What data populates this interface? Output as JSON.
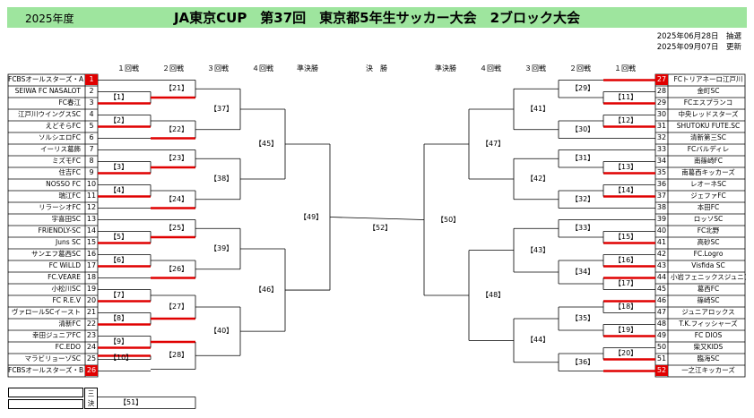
{
  "header": {
    "year": "2025年度",
    "title": "JA東京CUP　第37回　東京都5年生サッカー大会　2ブロック大会",
    "draw_date": "2025年06月28日　抽選",
    "update_date": "2025年09月07日　更新"
  },
  "round_labels_left": [
    "１回戦",
    "２回戦",
    "３回戦",
    "４回戦",
    "準決勝"
  ],
  "final_label": "決　勝",
  "round_labels_right": [
    "準決勝",
    "４回戦",
    "３回戦",
    "２回戦",
    "１回戦"
  ],
  "left_teams": [
    {
      "no": "1",
      "name": "FCBSオールスターズ・A"
    },
    {
      "no": "2",
      "name": "SEIWA FC NASALOT"
    },
    {
      "no": "3",
      "name": "FC春江"
    },
    {
      "no": "4",
      "name": "江戸川ウイングスSC"
    },
    {
      "no": "5",
      "name": "えどそらFC"
    },
    {
      "no": "6",
      "name": "ソルシエロFC"
    },
    {
      "no": "7",
      "name": "イーリス葛飾"
    },
    {
      "no": "8",
      "name": "ミズモFC"
    },
    {
      "no": "9",
      "name": "住吉FC"
    },
    {
      "no": "10",
      "name": "NOSSO FC"
    },
    {
      "no": "11",
      "name": "瑞江FC"
    },
    {
      "no": "12",
      "name": "リラーシオFC"
    },
    {
      "no": "13",
      "name": "宇喜田SC"
    },
    {
      "no": "14",
      "name": "FRIENDLY-SC"
    },
    {
      "no": "15",
      "name": "Juns SC"
    },
    {
      "no": "16",
      "name": "サンエフ葛西SC"
    },
    {
      "no": "17",
      "name": "FC WiLLD"
    },
    {
      "no": "18",
      "name": "FC.VEARE"
    },
    {
      "no": "19",
      "name": "小松川SC"
    },
    {
      "no": "20",
      "name": "FC R.E.V"
    },
    {
      "no": "21",
      "name": "ヴァロールSCイースト"
    },
    {
      "no": "22",
      "name": "清新FC"
    },
    {
      "no": "23",
      "name": "幸田ジュニアFC"
    },
    {
      "no": "24",
      "name": "FC.EDO"
    },
    {
      "no": "25",
      "name": "マラビリョーゾSC"
    },
    {
      "no": "26",
      "name": "FCBSオールスターズ・B"
    }
  ],
  "right_teams": [
    {
      "no": "27",
      "name": "FCトリアネーロ江戸川"
    },
    {
      "no": "28",
      "name": "金町SC"
    },
    {
      "no": "29",
      "name": "FCエスプランコ"
    },
    {
      "no": "30",
      "name": "中央レッドスターズ"
    },
    {
      "no": "31",
      "name": "SHUTOKU FUTE.SC"
    },
    {
      "no": "32",
      "name": "清新第三SC"
    },
    {
      "no": "33",
      "name": "FCバルディレ"
    },
    {
      "no": "34",
      "name": "南篠崎FC"
    },
    {
      "no": "35",
      "name": "南葛西キッカーズ"
    },
    {
      "no": "36",
      "name": "レオーネSC"
    },
    {
      "no": "37",
      "name": "ジェファFC"
    },
    {
      "no": "38",
      "name": "本田FC"
    },
    {
      "no": "39",
      "name": "ロッソSC"
    },
    {
      "no": "40",
      "name": "FC北野"
    },
    {
      "no": "41",
      "name": "高砂SC"
    },
    {
      "no": "42",
      "name": "FC.Logro"
    },
    {
      "no": "43",
      "name": "Visfida SC"
    },
    {
      "no": "44",
      "name": "小岩フェニックスジュニア"
    },
    {
      "no": "45",
      "name": "葛西FC"
    },
    {
      "no": "46",
      "name": "篠崎SC"
    },
    {
      "no": "47",
      "name": "ジュニアロックス"
    },
    {
      "no": "48",
      "name": "T.K.フィッシャーズ"
    },
    {
      "no": "49",
      "name": "FC DIOS"
    },
    {
      "no": "50",
      "name": "柴又KIDS"
    },
    {
      "no": "51",
      "name": "臨海SC"
    },
    {
      "no": "52",
      "name": "一之江キッカーズ"
    }
  ],
  "match_labels": {
    "m1": "【1】",
    "m2": "【2】",
    "m3": "【3】",
    "m4": "【4】",
    "m5": "【5】",
    "m6": "【6】",
    "m7": "【7】",
    "m8": "【8】",
    "m9": "【9】",
    "m10": "【10】",
    "m11": "【11】",
    "m12": "【12】",
    "m13": "【13】",
    "m14": "【14】",
    "m15": "【15】",
    "m16": "【16】",
    "m17": "【17】",
    "m18": "【18】",
    "m19": "【19】",
    "m20": "【20】",
    "m21": "【21】",
    "m22": "【22】",
    "m23": "【23】",
    "m24": "【24】",
    "m25": "【25】",
    "m26": "【26】",
    "m27": "【27】",
    "m28": "【28】",
    "m29": "【29】",
    "m30": "【30】",
    "m31": "【31】",
    "m32": "【32】",
    "m33": "【33】",
    "m34": "【34】",
    "m35": "【35】",
    "m36": "【36】",
    "m37": "【37】",
    "m38": "【38】",
    "m39": "【39】",
    "m40": "【40】",
    "m41": "【41】",
    "m42": "【42】",
    "m43": "【43】",
    "m44": "【44】",
    "m45": "【45】",
    "m46": "【46】",
    "m47": "【47】",
    "m48": "【48】",
    "m49": "【49】",
    "m50": "【50】",
    "m51": "【51】",
    "m52": "【52】"
  },
  "third_place": {
    "label": "三\n決"
  },
  "colors": {
    "header_bg": "#9ee59e",
    "winner_line": "#e00000",
    "seed_cell": "#e00000"
  }
}
